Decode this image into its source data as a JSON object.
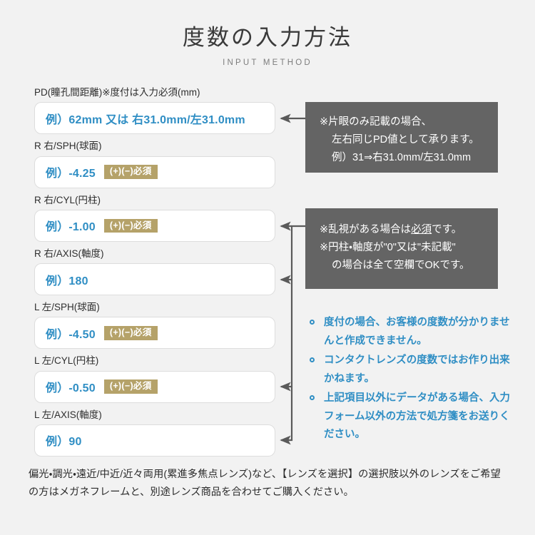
{
  "header": {
    "title_ja": "度数の入力方法",
    "title_en": "INPUT METHOD"
  },
  "form": {
    "fields": [
      {
        "key": "pd",
        "label": "PD(瞳孔間距離)※度付は入力必須(mm)",
        "placeholder": "例）62mm 又は 右31.0mm/左31.0mm",
        "badge": ""
      },
      {
        "key": "r-sph",
        "label": "R 右/SPH(球面)",
        "placeholder": "例）-4.25",
        "badge": "(+)(−)必須"
      },
      {
        "key": "r-cyl",
        "label": "R 右/CYL(円柱)",
        "placeholder": "例）-1.00",
        "badge": "(+)(−)必須"
      },
      {
        "key": "r-axis",
        "label": "R 右/AXIS(軸度)",
        "placeholder": "例）180",
        "badge": ""
      },
      {
        "key": "l-sph",
        "label": "L 左/SPH(球面)",
        "placeholder": "例）-4.50",
        "badge": "(+)(−)必須"
      },
      {
        "key": "l-cyl",
        "label": "L 左/CYL(円柱)",
        "placeholder": "例）-0.50",
        "badge": "(+)(−)必須"
      },
      {
        "key": "l-axis",
        "label": "L 左/AXIS(軸度)",
        "placeholder": "例）90",
        "badge": ""
      }
    ]
  },
  "notes": {
    "pd": {
      "lines": [
        "※片眼のみ記載の場合、",
        "左右同じPD値として承ります。",
        "例）31⇒右31.0mm/左31.0mm"
      ]
    },
    "cyl": {
      "line1_pre": "※乱視がある場合は",
      "line1_underline": "必須",
      "line1_post": "です。",
      "line2": "※円柱・軸度が\"0\"又は\"未記載\"",
      "line3": "の場合は全て空欄でOKです。"
    }
  },
  "bullets": [
    "度付の場合、お客様の度数が分かりませんと作成できません。",
    "コンタクトレンズの度数ではお作り出来かねます。",
    "上記項目以外にデータがある場合、入力フォーム以外の方法で処方箋をお送りください。"
  ],
  "footer": {
    "text": "偏光・調光・遠近/中近/近々両用(累進多焦点レンズ)など、【レンズを選択】の選択肢以外のレンズをご希望の方はメガネフレームと、別途レンズ商品を合わせてご購入ください。"
  },
  "colors": {
    "background": "#f2f2f2",
    "note_box": "#646464",
    "accent_blue": "#2f8ec4",
    "badge": "#b5a269",
    "connector": "#5a5a5a",
    "input_border": "#dddddd"
  }
}
